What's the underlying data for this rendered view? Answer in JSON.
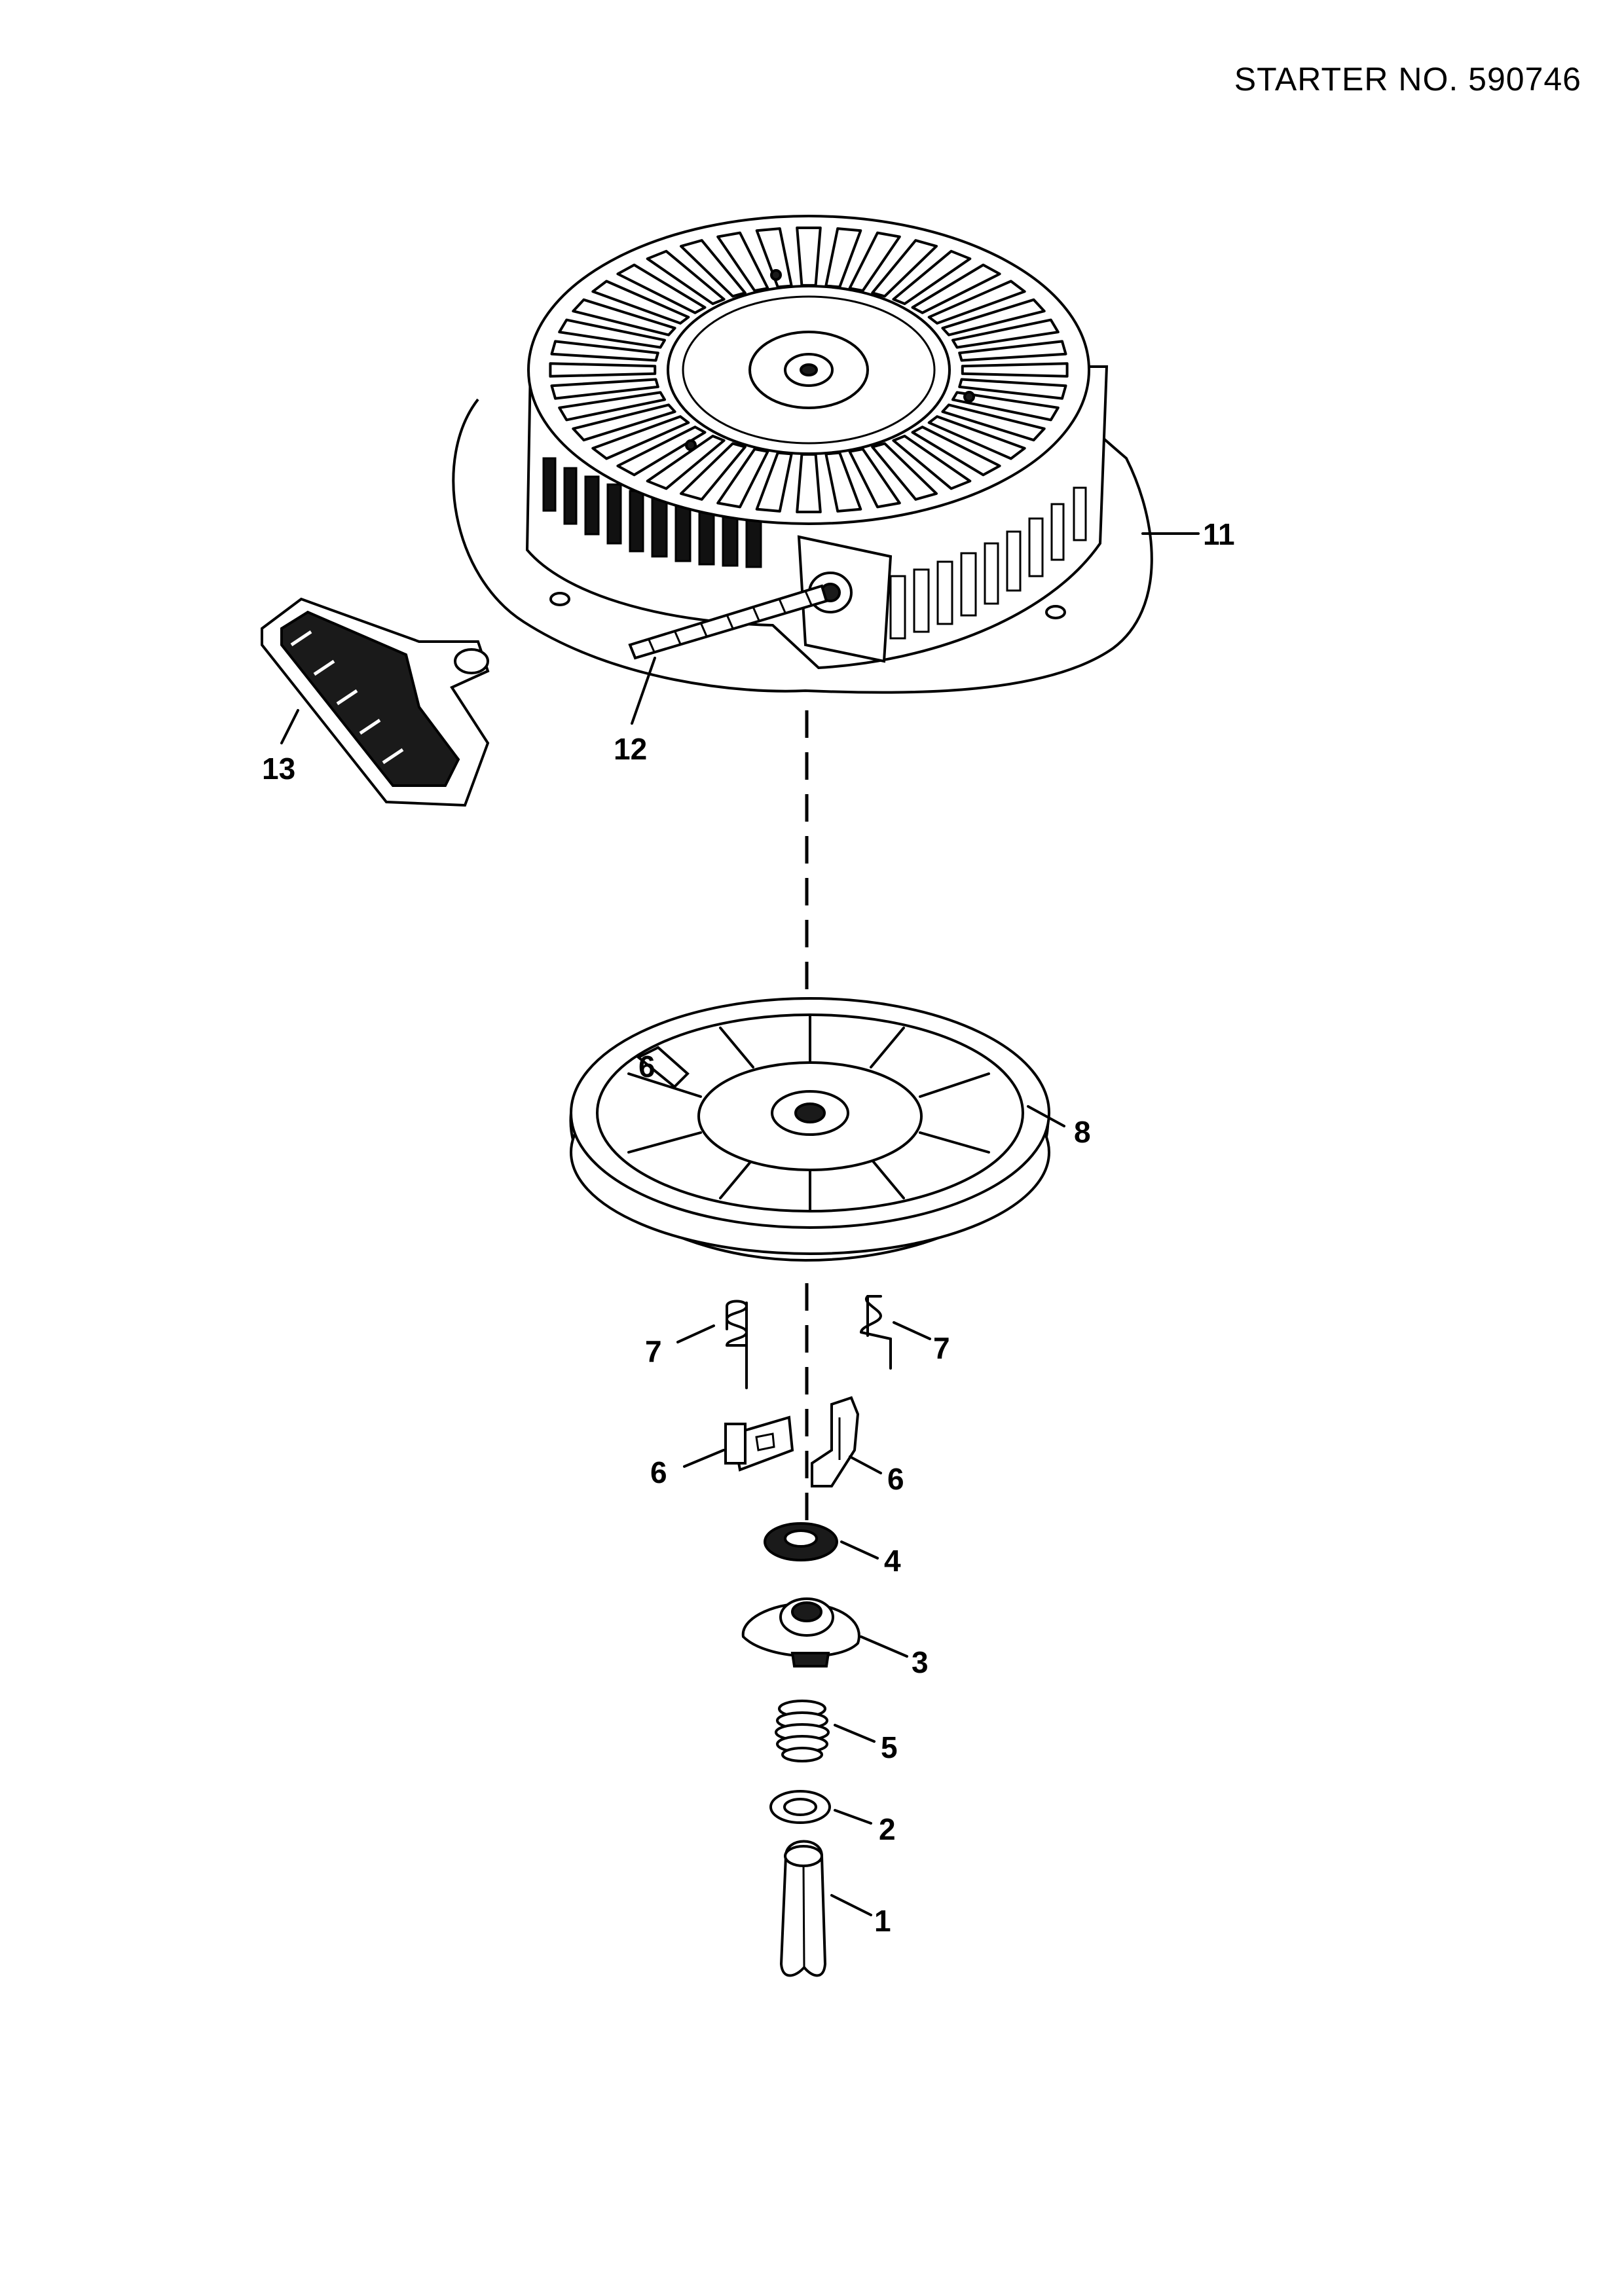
{
  "header": {
    "title": "STARTER NO.  590746"
  },
  "callouts": {
    "part_1": "1",
    "part_2": "2",
    "part_3": "3",
    "part_4": "4",
    "part_5": "5",
    "part_6_left": "6",
    "part_6_right": "6",
    "part_6_pulley": "6",
    "part_7_left": "7",
    "part_7_right": "7",
    "part_8": "8",
    "part_11": "11",
    "part_12": "12",
    "part_13": "13"
  },
  "colors": {
    "line": "#000000",
    "background": "#ffffff"
  }
}
